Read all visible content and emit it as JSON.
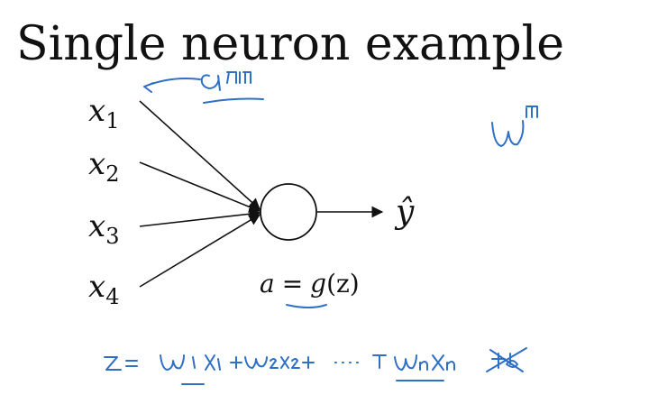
{
  "title": "Single neuron example",
  "inputs": [
    {
      "var": "x",
      "sub": "1"
    },
    {
      "var": "x",
      "sub": "2"
    },
    {
      "var": "x",
      "sub": "3"
    },
    {
      "var": "x",
      "sub": "4"
    }
  ],
  "output": {
    "symbol": "ŷ"
  },
  "activation": {
    "lhs": "a",
    "equals": "=",
    "func": "g",
    "arg": "(z)"
  },
  "colors": {
    "ink": "#111111",
    "handwriting": "#2f6fc4"
  }
}
